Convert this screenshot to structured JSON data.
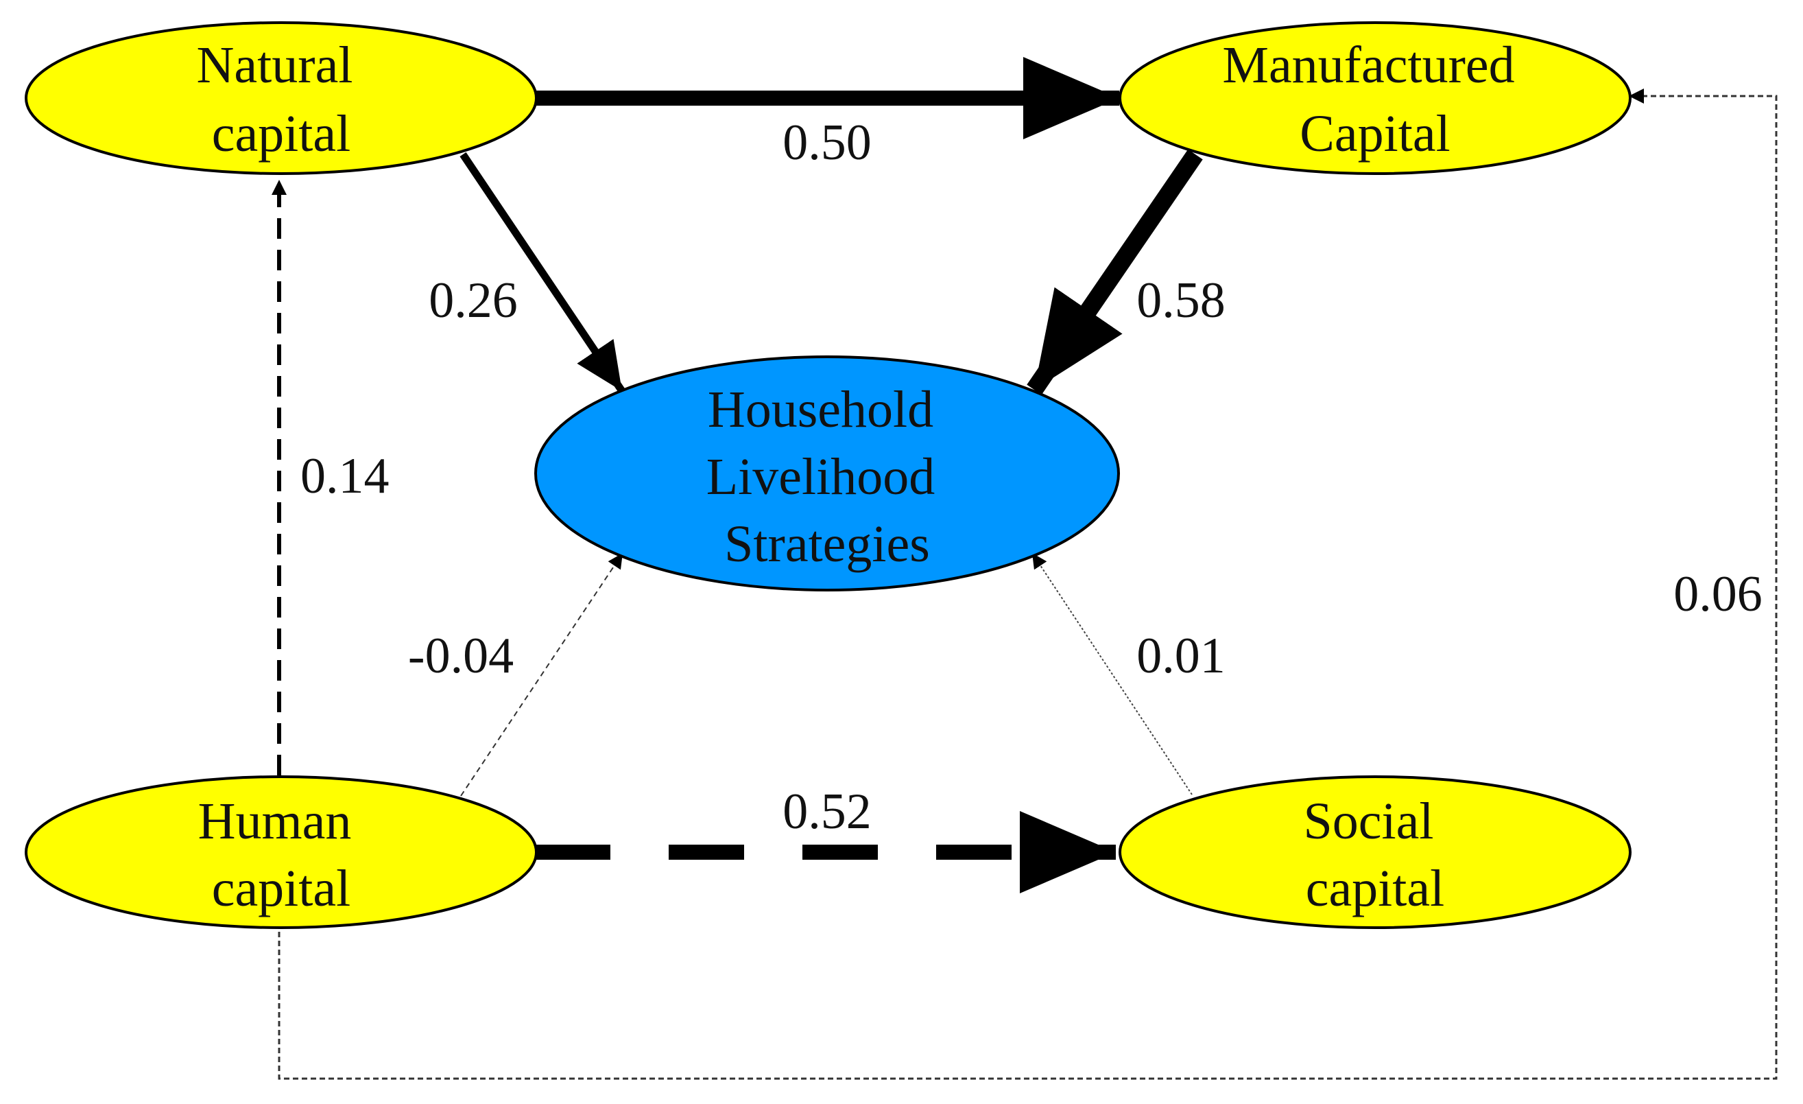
{
  "colors": {
    "outer_node_fill": "#FFFF00",
    "center_node_fill": "#0096FF",
    "stroke": "#000000"
  },
  "nodes": {
    "natural": {
      "line1": "Natural",
      "line2": "capital"
    },
    "manufactured": {
      "line1": "Manufactured",
      "line2": "Capital"
    },
    "household": {
      "line1": "Household",
      "line2": "Livelihood",
      "line3": "Strategies"
    },
    "human": {
      "line1": "Human",
      "line2": "capital"
    },
    "social": {
      "line1": "Social",
      "line2": "capital"
    }
  },
  "edges": [
    {
      "from": "Natural capital",
      "to": "Manufactured Capital",
      "coefficient": "0.50",
      "line_style": "solid",
      "weight": "heavy"
    },
    {
      "from": "Natural capital",
      "to": "Household Livelihood Strategies",
      "coefficient": "0.26",
      "line_style": "solid",
      "weight": "medium"
    },
    {
      "from": "Manufactured Capital",
      "to": "Household Livelihood Strategies",
      "coefficient": "0.58",
      "line_style": "solid",
      "weight": "heavy"
    },
    {
      "from": "Human capital",
      "to": "Natural capital",
      "coefficient": "0.14",
      "line_style": "dashed",
      "weight": "medium"
    },
    {
      "from": "Human capital",
      "to": "Household Livelihood Strategies",
      "coefficient": "-0.04",
      "line_style": "dotted",
      "weight": "thin"
    },
    {
      "from": "Social capital",
      "to": "Household Livelihood Strategies",
      "coefficient": "0.01",
      "line_style": "dotted",
      "weight": "thin"
    },
    {
      "from": "Human capital",
      "to": "Social capital",
      "coefficient": "0.52",
      "line_style": "dashed",
      "weight": "heavy"
    },
    {
      "from": "Human capital",
      "to": "Manufactured Capital",
      "coefficient": "0.06",
      "line_style": "dotted",
      "weight": "thin"
    }
  ]
}
